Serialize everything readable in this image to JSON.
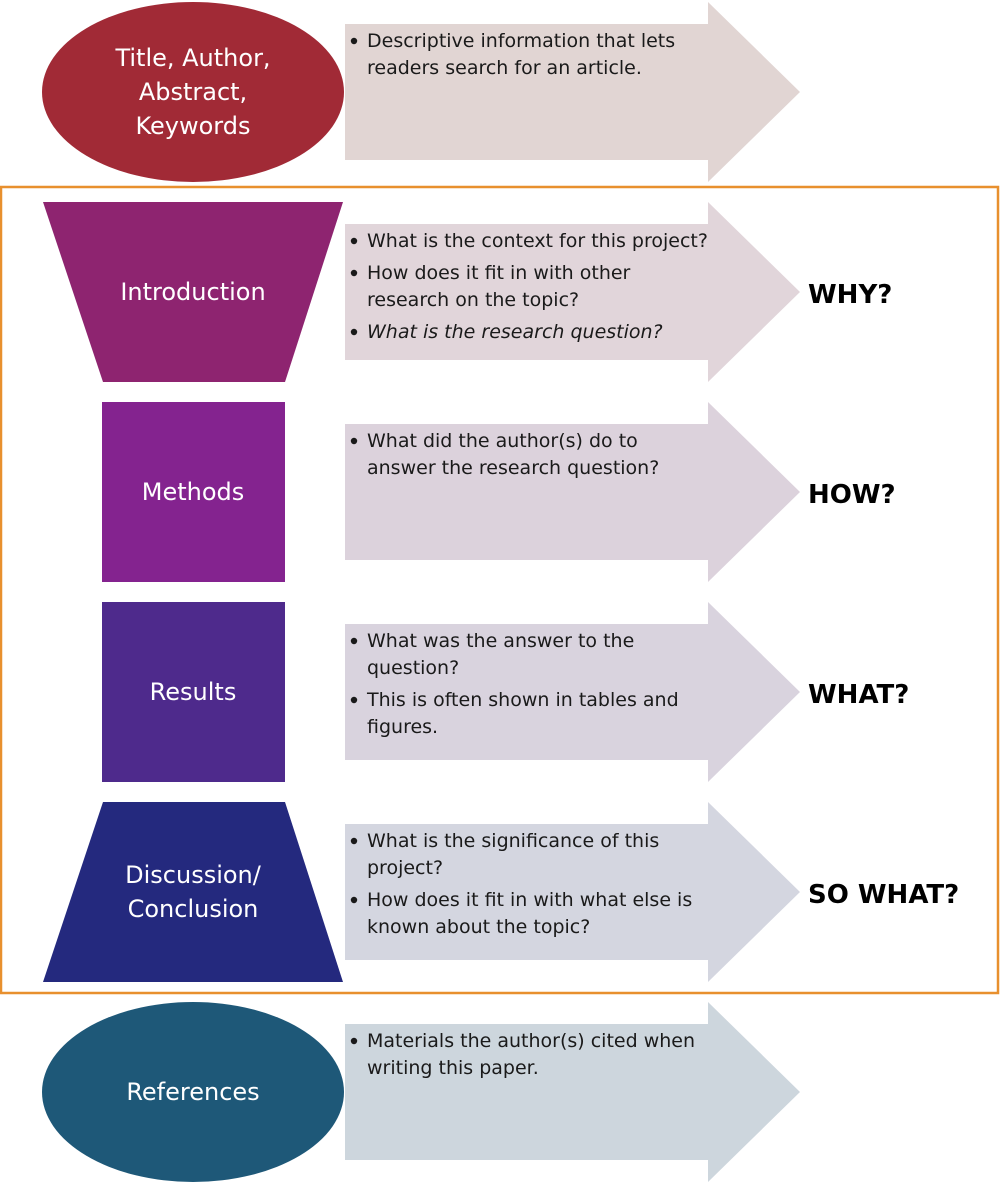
{
  "colors": {
    "frame": "#e8902e",
    "title_oval": "#a12a36",
    "introduction": "#8e2470",
    "methods": "#84238f",
    "results": "#4e2a8c",
    "discussion": "#24297e",
    "references_oval": "#1e5878",
    "arrow_title": "#e1d5d3",
    "arrow_introduction": "#e1d5da",
    "arrow_methods": "#dcd2dc",
    "arrow_results": "#d9d3de",
    "arrow_discussion": "#d4d6e0",
    "arrow_references": "#cdd6dd"
  },
  "sections": [
    {
      "id": "title",
      "shape": "oval",
      "label_lines": [
        "Title, Author,",
        "Abstract,",
        "Keywords"
      ],
      "bullets": [
        {
          "lines": [
            "Descriptive information that lets",
            "readers search for an article."
          ],
          "italic": false
        }
      ],
      "question": ""
    },
    {
      "id": "introduction",
      "shape": "funnel-down",
      "label_lines": [
        "Introduction"
      ],
      "bullets": [
        {
          "lines": [
            "What is the context for this project?"
          ],
          "italic": false
        },
        {
          "lines": [
            "How does it fit in with other",
            "research on the topic?"
          ],
          "italic": false
        },
        {
          "lines": [
            "What is the research question?"
          ],
          "italic": true
        }
      ],
      "question": "WHY?"
    },
    {
      "id": "methods",
      "shape": "rectangle",
      "label_lines": [
        "Methods"
      ],
      "bullets": [
        {
          "lines": [
            "What did the author(s) do to",
            "answer the research question?"
          ],
          "italic": false
        }
      ],
      "question": "HOW?"
    },
    {
      "id": "results",
      "shape": "rectangle",
      "label_lines": [
        "Results"
      ],
      "bullets": [
        {
          "lines": [
            "What was the answer to the",
            "question?"
          ],
          "italic": false
        },
        {
          "lines": [
            "This is often shown in tables and",
            "figures."
          ],
          "italic": false
        }
      ],
      "question": "WHAT?"
    },
    {
      "id": "discussion",
      "shape": "funnel-up",
      "label_lines": [
        "Discussion/",
        "Conclusion"
      ],
      "bullets": [
        {
          "lines": [
            "What is the significance of this",
            "project?"
          ],
          "italic": false
        },
        {
          "lines": [
            "How does it fit in with what else is",
            "known about the topic?"
          ],
          "italic": false
        }
      ],
      "question": "SO WHAT?"
    },
    {
      "id": "references",
      "shape": "oval",
      "label_lines": [
        "References"
      ],
      "bullets": [
        {
          "lines": [
            "Materials the author(s) cited when",
            "writing this paper."
          ],
          "italic": false
        }
      ],
      "question": ""
    }
  ]
}
